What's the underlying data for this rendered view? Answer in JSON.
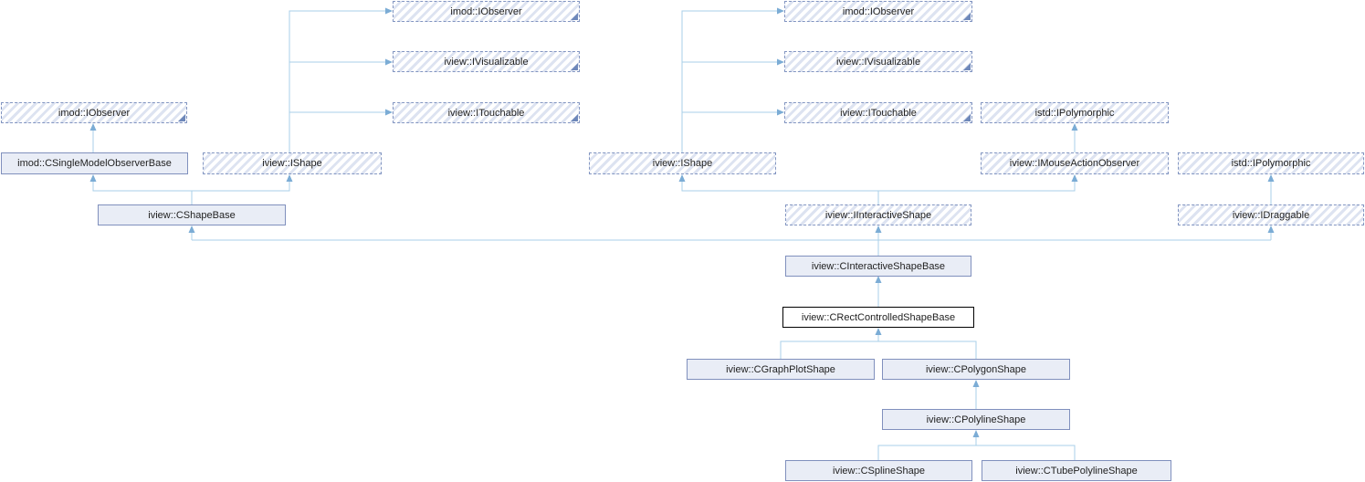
{
  "diagram": {
    "type": "class-inheritance-graph",
    "nodes": [
      {
        "label": "imod::IObserver",
        "style": "interface",
        "truncated": true
      },
      {
        "label": "imod::IObserver",
        "style": "interface",
        "truncated": true
      },
      {
        "label": "iview::IVisualizable",
        "style": "interface",
        "truncated": true
      },
      {
        "label": "iview::IVisualizable",
        "style": "interface",
        "truncated": true
      },
      {
        "label": "imod::IObserver",
        "style": "interface",
        "truncated": true
      },
      {
        "label": "iview::ITouchable",
        "style": "interface",
        "truncated": true
      },
      {
        "label": "iview::ITouchable",
        "style": "interface",
        "truncated": true
      },
      {
        "label": "istd::IPolymorphic",
        "style": "interface",
        "truncated": false
      },
      {
        "label": "imod::CSingleModelObserverBase",
        "style": "class",
        "truncated": false
      },
      {
        "label": "iview::IShape",
        "style": "interface",
        "truncated": false
      },
      {
        "label": "iview::IShape",
        "style": "interface",
        "truncated": false
      },
      {
        "label": "iview::IMouseActionObserver",
        "style": "interface",
        "truncated": false
      },
      {
        "label": "istd::IPolymorphic",
        "style": "interface",
        "truncated": false
      },
      {
        "label": "iview::CShapeBase",
        "style": "class",
        "truncated": false
      },
      {
        "label": "iview::IInteractiveShape",
        "style": "interface",
        "truncated": false
      },
      {
        "label": "iview::IDraggable",
        "style": "interface",
        "truncated": false
      },
      {
        "label": "iview::CInteractiveShapeBase",
        "style": "class",
        "truncated": false
      },
      {
        "label": "iview::CRectControlledShapeBase",
        "style": "focus",
        "truncated": false
      },
      {
        "label": "iview::CGraphPlotShape",
        "style": "class",
        "truncated": false
      },
      {
        "label": "iview::CPolygonShape",
        "style": "class",
        "truncated": false
      },
      {
        "label": "iview::CPolylineShape",
        "style": "class",
        "truncated": false
      },
      {
        "label": "iview::CSplineShape",
        "style": "class",
        "truncated": false
      },
      {
        "label": "iview::CTubePolylineShape",
        "style": "class",
        "truncated": false
      }
    ],
    "edges": [
      {
        "derived": "iview::IShape",
        "base": "imod::IObserver"
      },
      {
        "derived": "iview::IShape",
        "base": "iview::IVisualizable"
      },
      {
        "derived": "iview::IShape",
        "base": "iview::ITouchable"
      },
      {
        "derived": "imod::CSingleModelObserverBase",
        "base": "imod::IObserver"
      },
      {
        "derived": "iview::CShapeBase",
        "base": "imod::CSingleModelObserverBase"
      },
      {
        "derived": "iview::CShapeBase",
        "base": "iview::IShape"
      },
      {
        "derived": "iview::IInteractiveShape",
        "base": "iview::IShape"
      },
      {
        "derived": "iview::IInteractiveShape",
        "base": "iview::IMouseActionObserver"
      },
      {
        "derived": "iview::IMouseActionObserver",
        "base": "istd::IPolymorphic"
      },
      {
        "derived": "iview::IDraggable",
        "base": "istd::IPolymorphic"
      },
      {
        "derived": "iview::CInteractiveShapeBase",
        "base": "iview::CShapeBase"
      },
      {
        "derived": "iview::CInteractiveShapeBase",
        "base": "iview::IInteractiveShape"
      },
      {
        "derived": "iview::CInteractiveShapeBase",
        "base": "iview::IDraggable"
      },
      {
        "derived": "iview::CRectControlledShapeBase",
        "base": "iview::CInteractiveShapeBase"
      },
      {
        "derived": "iview::CGraphPlotShape",
        "base": "iview::CRectControlledShapeBase"
      },
      {
        "derived": "iview::CPolygonShape",
        "base": "iview::CRectControlledShapeBase"
      },
      {
        "derived": "iview::CPolylineShape",
        "base": "iview::CPolygonShape"
      },
      {
        "derived": "iview::CSplineShape",
        "base": "iview::CPolylineShape"
      },
      {
        "derived": "iview::CTubePolylineShape",
        "base": "iview::CPolylineShape"
      }
    ]
  },
  "colors": {
    "edge-line": "#a8cfe8",
    "arrowhead": "#7bacd5",
    "node-border": "#8090bd",
    "node-fill": "#e9edf6",
    "hatch-stripe": "#dde3f1",
    "dashed-border": "#8295c1",
    "focus-border": "#000000",
    "corner-marker": "#6e88ba",
    "text": "#1f1f1f",
    "bg": "#ffffff"
  }
}
